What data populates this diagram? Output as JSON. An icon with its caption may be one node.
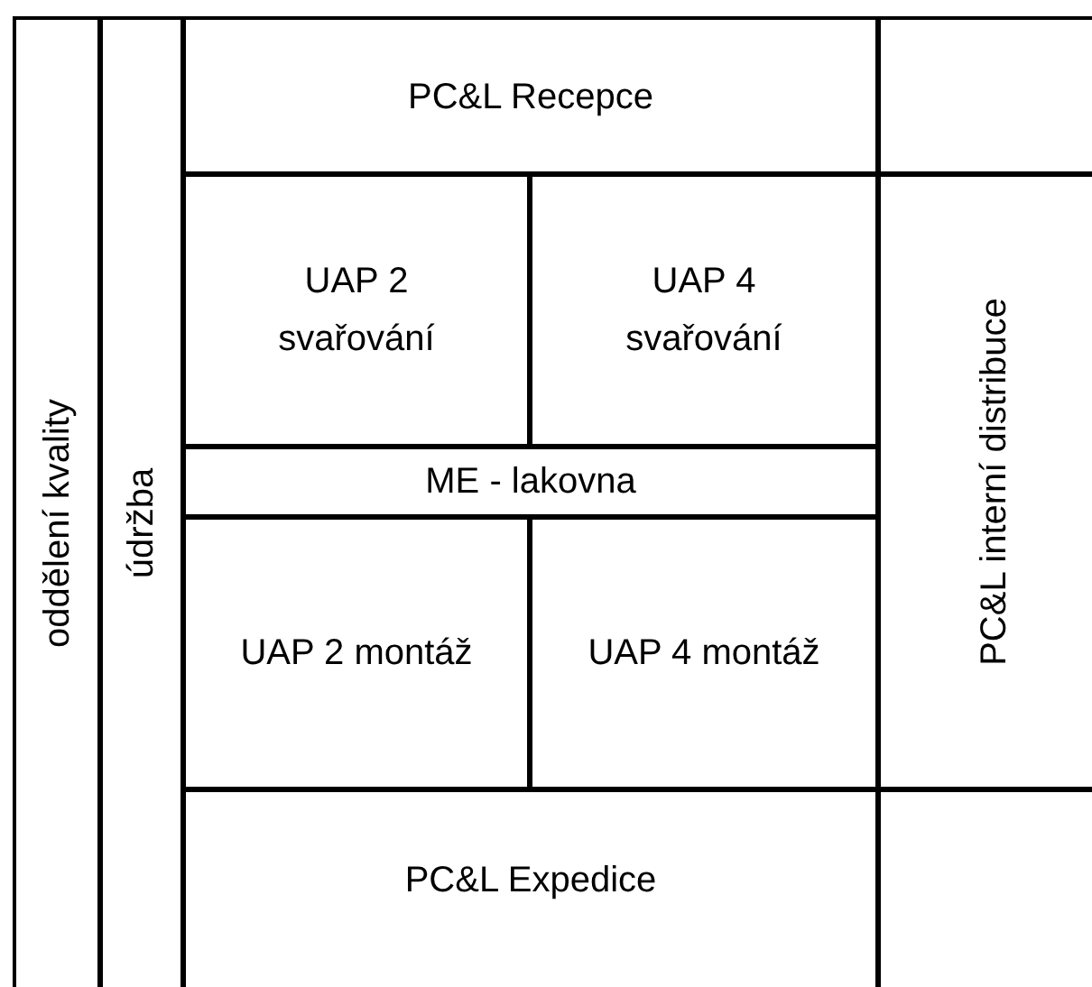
{
  "diagram": {
    "nodes": [
      {
        "text": [
          "oddělení kvality"
        ]
      },
      {
        "text": [
          "údržba"
        ]
      },
      {
        "text": [
          "PC&L Recepce"
        ]
      },
      {
        "text": [],
        "shape": "box"
      },
      {
        "text": [
          "UAP 2 svařování"
        ]
      },
      {
        "text": [
          "UAP 4 svařování"
        ]
      },
      {
        "text": [
          "PC&L interní distribuce"
        ]
      },
      {
        "text": [
          "ME - lakovna"
        ]
      },
      {
        "text": [
          "UAP 2 montáž"
        ]
      },
      {
        "text": [
          "UAP 4 montáž"
        ]
      },
      {
        "text": [
          "PC&L Expedice"
        ]
      },
      {
        "text": [],
        "shape": "box"
      }
    ]
  }
}
